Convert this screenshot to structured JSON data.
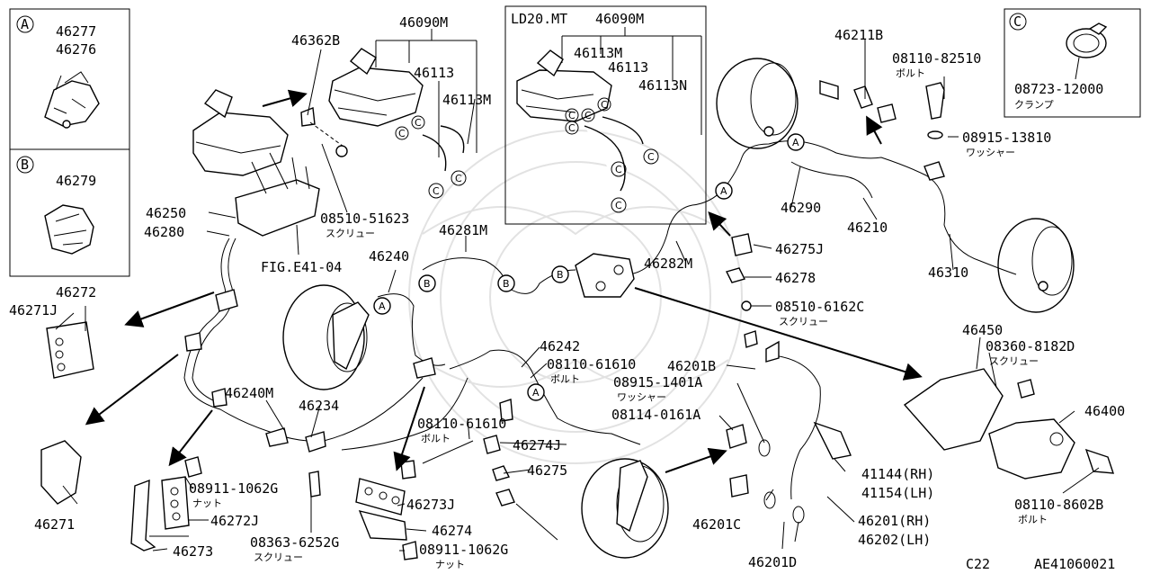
{
  "diagram": {
    "footer_code": "C22",
    "footer_id": "AE41060021",
    "insets": {
      "a": {
        "letter": "A",
        "lines": [
          "46277",
          "46276"
        ]
      },
      "b": {
        "letter": "B",
        "lines": [
          "46279"
        ]
      },
      "c": {
        "letter": "C",
        "part": "08723-12000",
        "desc": "クランプ"
      }
    },
    "ld20_box": {
      "title": "LD20.MT",
      "part": "46090M",
      "p1": "46113M",
      "p2": "46113",
      "p3": "46113N"
    },
    "labels": {
      "l46362B": "46362B",
      "l46090M": "46090M",
      "l46113": "46113",
      "l46113M": "46113M",
      "l46250": "46250",
      "l46280": "46280",
      "l08510a": "08510-51623",
      "j_screw1": "スクリュー",
      "lfig": "FIG.E41-04",
      "l46281M": "46281M",
      "l46240": "46240",
      "l46211B": "46211B",
      "l08110a": "08110-82510",
      "j_bolt1": "ボルト",
      "l08915a": "08915-13810",
      "j_washer1": "ワッシャー",
      "l46290": "46290",
      "l46210": "46210",
      "l46275J": "46275J",
      "l46282M": "46282M",
      "l46278": "46278",
      "l08510b": "08510-6162C",
      "j_screw2": "スクリュー",
      "l46310": "46310",
      "l46272": "46272",
      "l46271J": "46271J",
      "l46450": "46450",
      "l08360": "08360-8182D",
      "j_screw3": "スクリュー",
      "l46242": "46242",
      "l08110b": "08110-61610",
      "j_bolt2": "ボルト",
      "l46201B": "46201B",
      "l08915b": "08915-1401A",
      "j_washer2": "ワッシャー",
      "l08114": "08114-0161A",
      "l46240M": "46240M",
      "l46234": "46234",
      "l46400": "46400",
      "l08110c": "08110-61610",
      "j_bolt3": "ボルト",
      "l46274J": "46274J",
      "l41144": "41144(RH)",
      "l41154": "41154(LH)",
      "l46275": "46275",
      "l46271": "46271",
      "l08911a": "08911-1062G",
      "j_nut1": "ナット",
      "l46272J": "46272J",
      "l46273J": "46273J",
      "l46274": "46274",
      "l46201C": "46201C",
      "l46201": "46201(RH)",
      "l46202": "46202(LH)",
      "l08110d": "08110-8602B",
      "j_bolt4": "ボルト",
      "l46273": "46273",
      "l08363": "08363-6252G",
      "j_screw4": "スクリュー",
      "l08911b": "08911-1062G",
      "j_nut2": "ナット",
      "l46201D": "46201D"
    }
  }
}
